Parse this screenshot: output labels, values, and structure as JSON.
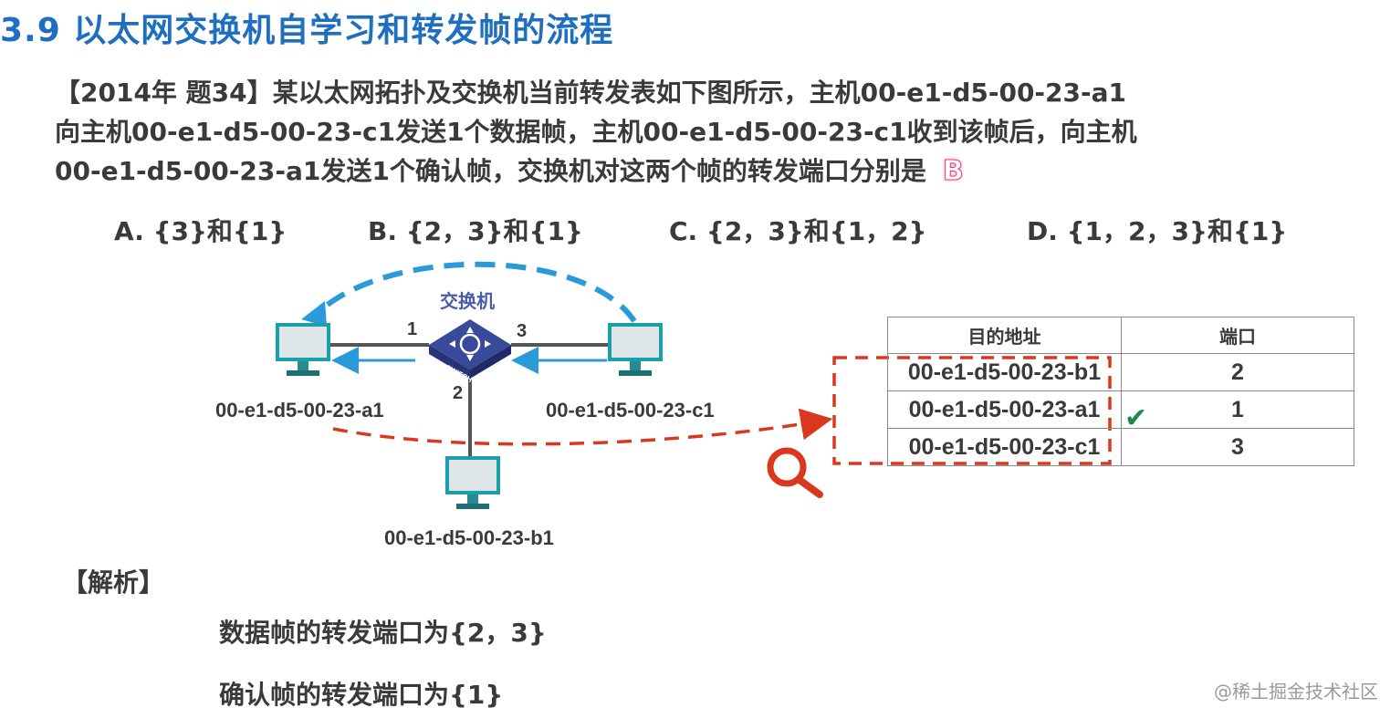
{
  "title": "3.9 以太网交换机自学习和转发帧的流程",
  "question": {
    "line1": "【2014年 题34】某以太网拓扑及交换机当前转发表如下图所示，主机00-e1-d5-00-23-a1",
    "line2": "向主机00-e1-d5-00-23-c1发送1个数据帧，主机00-e1-d5-00-23-c1收到该帧后，向主机",
    "line3": "00-e1-d5-00-23-a1发送1个确认帧，交换机对这两个帧的转发端口分别是",
    "answer": "B"
  },
  "options": {
    "a": "A. {3}和{1}",
    "b": "B. {2，3}和{1}",
    "c": "C. {2，3}和{1，2}",
    "d": "D. {1，2，3}和{1}"
  },
  "diagram": {
    "switch_label": "交换机",
    "switch_badge": "SWITCH",
    "ports": {
      "p1": "1",
      "p2": "2",
      "p3": "3"
    },
    "hosts": {
      "left": "00-e1-d5-00-23-a1",
      "right": "00-e1-d5-00-23-c1",
      "bottom": "00-e1-d5-00-23-b1"
    },
    "colors": {
      "monitor": "#1aa0a8",
      "arrow_blue": "#2a9ad8",
      "arrow_red": "#d9381e",
      "check": "#1a8a4a",
      "switch": "#3a4a9a"
    }
  },
  "table": {
    "headers": {
      "addr": "目的地址",
      "port": "端口"
    },
    "rows": [
      {
        "addr": "00-e1-d5-00-23-b1",
        "port": "2"
      },
      {
        "addr": "00-e1-d5-00-23-a1",
        "port": "1"
      },
      {
        "addr": "00-e1-d5-00-23-c1",
        "port": "3"
      }
    ],
    "check_mark": "✔"
  },
  "analysis": {
    "heading": "【解析】",
    "line1": "数据帧的转发端口为{2，3}",
    "line2": "确认帧的转发端口为{1}"
  },
  "watermark": "@稀土掘金技术社区"
}
